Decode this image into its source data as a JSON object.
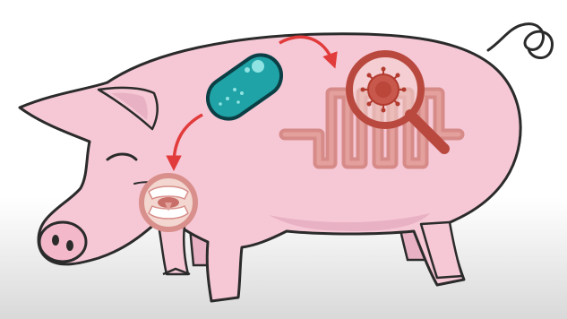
{
  "illustration": {
    "subject": "pig",
    "elements": [
      "bacterium-icon",
      "throat-icon",
      "intestine-icon",
      "magnifier-icon",
      "virus-icon",
      "arrow-to-throat",
      "arrow-to-intestine"
    ]
  },
  "colors": {
    "background_top": "#ffffff",
    "background_bottom": "#dcdcdc",
    "pig_body": "#f6c8d6",
    "pig_outline": "#2b2b2b",
    "pig_shadow": "#e9b2c4",
    "bacterium_fill": "#1fa3a6",
    "bacterium_outline": "#0b3f45",
    "bacterium_spot": "#8fe3e2",
    "arrow": "#e23b3b",
    "intestine": "#d4847f",
    "intestine_dark": "#b8605c",
    "magnifier": "#b9493f",
    "virus": "#b23a2f",
    "throat_ring": "#d98f8b",
    "throat_inner": "#f2d6cf",
    "throat_teeth": "#ffffff"
  }
}
